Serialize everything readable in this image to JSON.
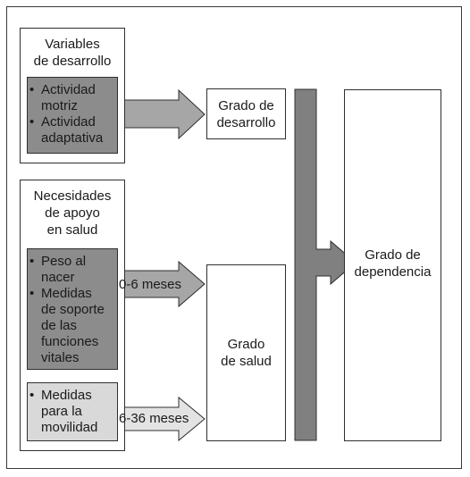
{
  "left_top": {
    "title": "Variables\nde desarrollo",
    "items": [
      "Actividad\nmotriz",
      "Actividad\nadaptativa"
    ]
  },
  "left_bottom": {
    "title": "Necesidades\nde apoyo\nen salud",
    "items_dark": [
      "Peso al\nnacer",
      "Medidas\nde soporte\nde las\nfunciones\nvitales"
    ],
    "items_light": [
      "Medidas\npara la\nmovilidad"
    ]
  },
  "arrow_labels": {
    "upper": "0-6 meses",
    "lower": "6-36 meses"
  },
  "targets": {
    "desarrollo": "Grado de\ndesarrollo",
    "salud": "Grado\nde salud",
    "dependencia": "Grado de\ndependencia"
  },
  "colors": {
    "dark_fill": "#8c8c8c",
    "medium_fill": "#a6a6a6",
    "light_fill": "#d9d9d9",
    "bar_fill": "#808080"
  }
}
